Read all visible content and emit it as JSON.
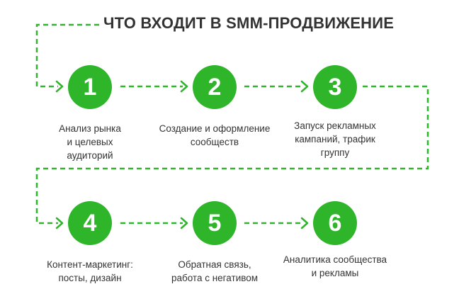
{
  "title": "ЧТО ВХОДИТ В SMM-ПРОДВИЖЕНИЕ",
  "colors": {
    "accent": "#2fb52a",
    "text": "#333333",
    "background": "#ffffff"
  },
  "steps": [
    {
      "number": "1",
      "lines": [
        "Анализ рынка",
        "и целевых",
        "аудиторий"
      ]
    },
    {
      "number": "2",
      "lines": [
        "Создание и оформление",
        "сообществ"
      ]
    },
    {
      "number": "3",
      "lines": [
        "Запуск рекламных",
        "кампаний, трафик",
        "группу"
      ]
    },
    {
      "number": "4",
      "lines": [
        "Контент-маркетинг:",
        "посты, дизайн"
      ]
    },
    {
      "number": "5",
      "lines": [
        "Обратная связь,",
        "работа с негативом"
      ]
    },
    {
      "number": "6",
      "lines": [
        "Аналитика сообщества",
        "и рекламы"
      ]
    }
  ]
}
